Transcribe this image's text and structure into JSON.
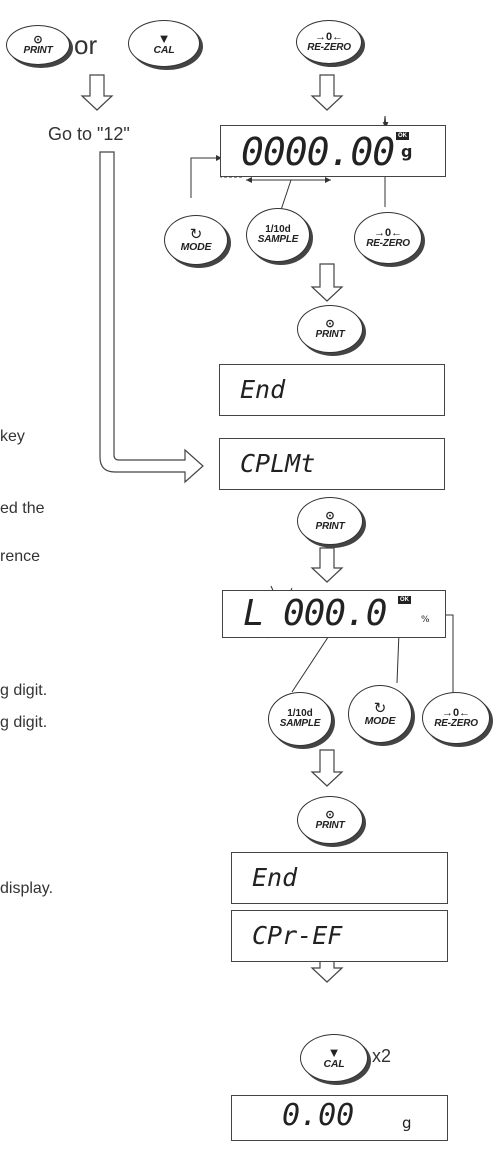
{
  "keys": {
    "print": {
      "symbol": "⊙",
      "label": "PRINT"
    },
    "cal": {
      "symbol": "▼",
      "label": "CAL"
    },
    "rezero": {
      "symbol": "→0←",
      "label": "RE-ZERO"
    },
    "mode": {
      "symbol": "↻",
      "label": "MODE"
    },
    "sample": {
      "symbol": "1/10d",
      "label": "SAMPLE"
    }
  },
  "or_text": "or",
  "goto_text": "Go to \"12\"",
  "x2_text": "x2",
  "displays": {
    "d1": {
      "value": "0000.00",
      "unit": "g",
      "badge": "OK"
    },
    "end1": "End",
    "cplmt": "CPLMt",
    "d2": {
      "prefix": "L",
      "value": "000.0",
      "unit": "%",
      "badge": "OK"
    },
    "end2": "End",
    "cpref": "CPr-EF",
    "d3": {
      "value": "0.00",
      "unit": "g"
    }
  },
  "side_text": {
    "key": "key",
    "ed_the": "ed the",
    "rence": "rence",
    "g_digit_1": "g digit.",
    "g_digit_2": "g digit.",
    "display": "display."
  }
}
